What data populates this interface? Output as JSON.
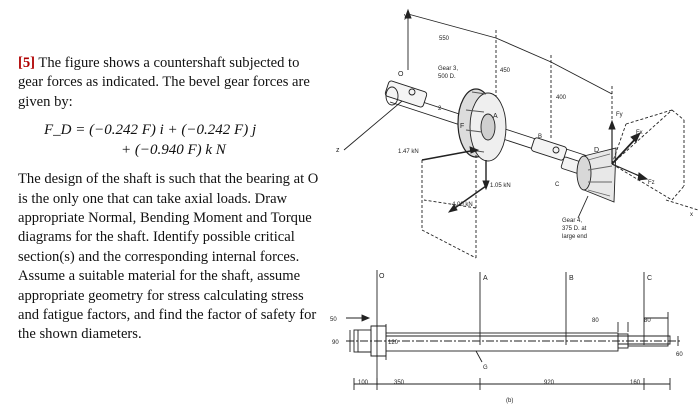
{
  "problem": {
    "number": "[5]",
    "intro": "The figure shows a countershaft subjected to gear forces as indicated. The bevel gear forces are given by:",
    "equation_line1": "F_D = (−0.242 F) i + (−0.242 F) j",
    "equation_line2": "+ (−0.940 F) k N",
    "body": "The design of the shaft is such that the bearing at O is the only one that can take axial loads. Draw appropriate Normal, Bending Moment and Torque diagrams for the shaft. Identify possible critical section(s) and the corresponding internal forces. Assume a suitable material for the shaft, assume appropriate geometry for stress calculating stress and fatigue factors, and find the factor of safety for the shown diameters."
  },
  "figure_top": {
    "axis_y": "y",
    "axis_z": "z",
    "axis_x": "x",
    "dim_550": "550",
    "dim_450": "450",
    "dim_400": "400",
    "point_o": "O",
    "point_a": "A",
    "point_b": "B",
    "point_c": "C",
    "point_d": "D",
    "point_f": "F",
    "point_2": "2",
    "gear3_line1": "Gear 3,",
    "gear3_line2": "500 D.",
    "gear4_line1": "Gear 4,",
    "gear4_line2": "375 D. at",
    "gear4_line3": "large end",
    "force_147": "1.47 kN",
    "force_105": "1.05 kN",
    "force_400": "4.00 kN",
    "f_y": "Fy",
    "f_x": "Fx",
    "f_z": "Fz"
  },
  "figure_bottom": {
    "label_o": "O",
    "label_a": "A",
    "label_b": "B",
    "label_c": "C",
    "label_g": "G",
    "dim_50": "50",
    "dim_90": "90",
    "dim_120": "120",
    "dim_80a": "80",
    "dim_80b": "80",
    "dim_60": "60",
    "dim_100": "100",
    "dim_350": "350",
    "dim_920": "920",
    "dim_160": "160",
    "caption": "(b)"
  }
}
